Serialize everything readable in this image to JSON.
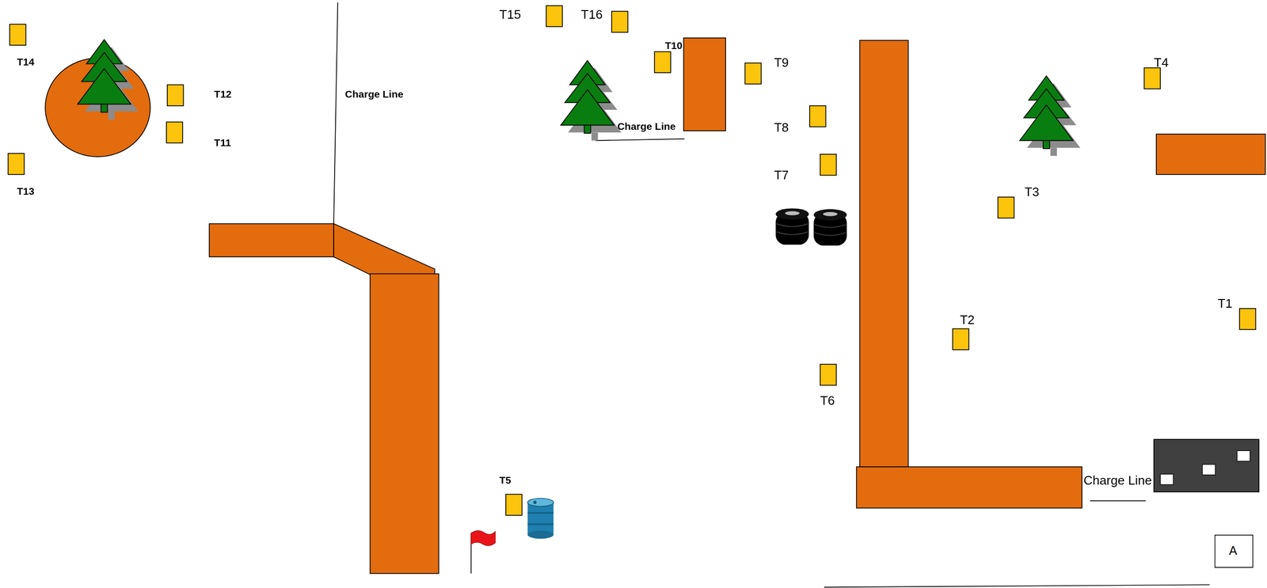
{
  "diagram": {
    "nodes": [
      {
        "text": [
          "A"
        ]
      }
    ],
    "labels": [
      "T15",
      "T16",
      "T14",
      "T10",
      "T9",
      "T4",
      "T12",
      "Charge Line",
      "Charge Line",
      "T8",
      "T11",
      "T7",
      "T3",
      "T13",
      "T1",
      "T2",
      "T6",
      "T5",
      "Charge Line"
    ]
  }
}
